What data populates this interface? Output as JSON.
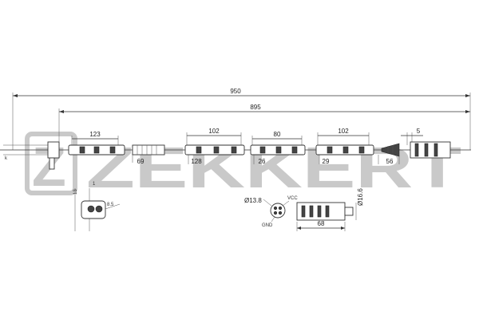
{
  "brand": {
    "name": "ZEKKERT",
    "logo_letter": "Z",
    "watermark_color": "#c9c9c9"
  },
  "dimensions": {
    "overall_length": "950",
    "cable_length": "895",
    "clip_1": "123",
    "clip_2": "102",
    "clip_3": "80",
    "clip_4": "102",
    "connector_gap": "5",
    "seg_69": "69",
    "seg_128": "128",
    "seg_26": "26",
    "seg_29": "29",
    "seg_56": "56"
  },
  "sensor_detail": {
    "label_a": "13",
    "label_b": "1",
    "label_c": "8.5"
  },
  "connector_face": {
    "diameter": "Ø13.8",
    "vcc_label": "VCC",
    "gnd_label": "GND"
  },
  "connector_side": {
    "diameter": "Ø16.6",
    "length": "68"
  }
}
